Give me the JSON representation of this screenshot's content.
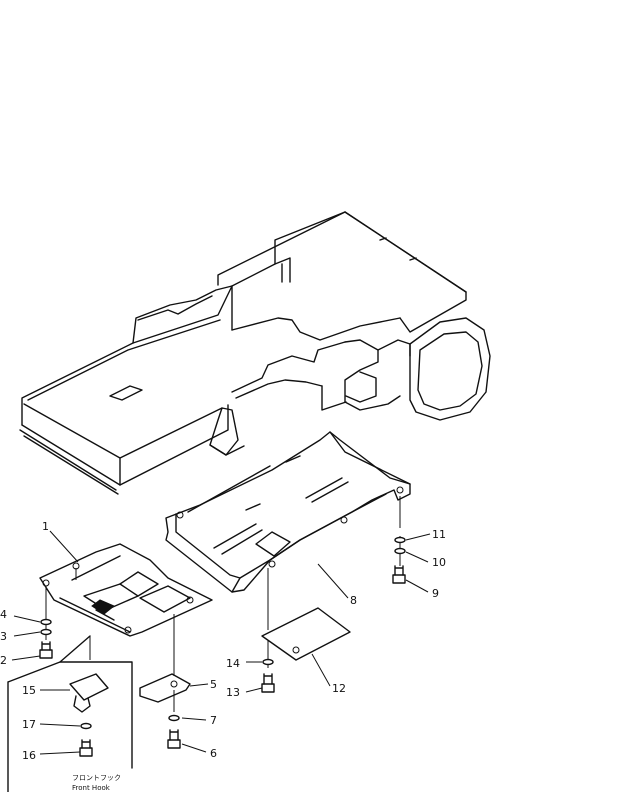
{
  "callouts": [
    {
      "id": "1",
      "label": "1"
    },
    {
      "id": "2",
      "label": "2"
    },
    {
      "id": "3",
      "label": "3"
    },
    {
      "id": "4",
      "label": "4"
    },
    {
      "id": "5",
      "label": "5"
    },
    {
      "id": "6",
      "label": "6"
    },
    {
      "id": "7",
      "label": "7"
    },
    {
      "id": "8",
      "label": "8"
    },
    {
      "id": "9",
      "label": "9"
    },
    {
      "id": "10",
      "label": "10"
    },
    {
      "id": "11",
      "label": "11"
    },
    {
      "id": "12",
      "label": "12"
    },
    {
      "id": "13",
      "label": "13"
    },
    {
      "id": "14",
      "label": "14"
    },
    {
      "id": "15",
      "label": "15"
    },
    {
      "id": "16",
      "label": "16"
    },
    {
      "id": "17",
      "label": "17"
    }
  ],
  "inset": {
    "caption_jp": "フロントフック",
    "caption_en": "Front Hook"
  }
}
